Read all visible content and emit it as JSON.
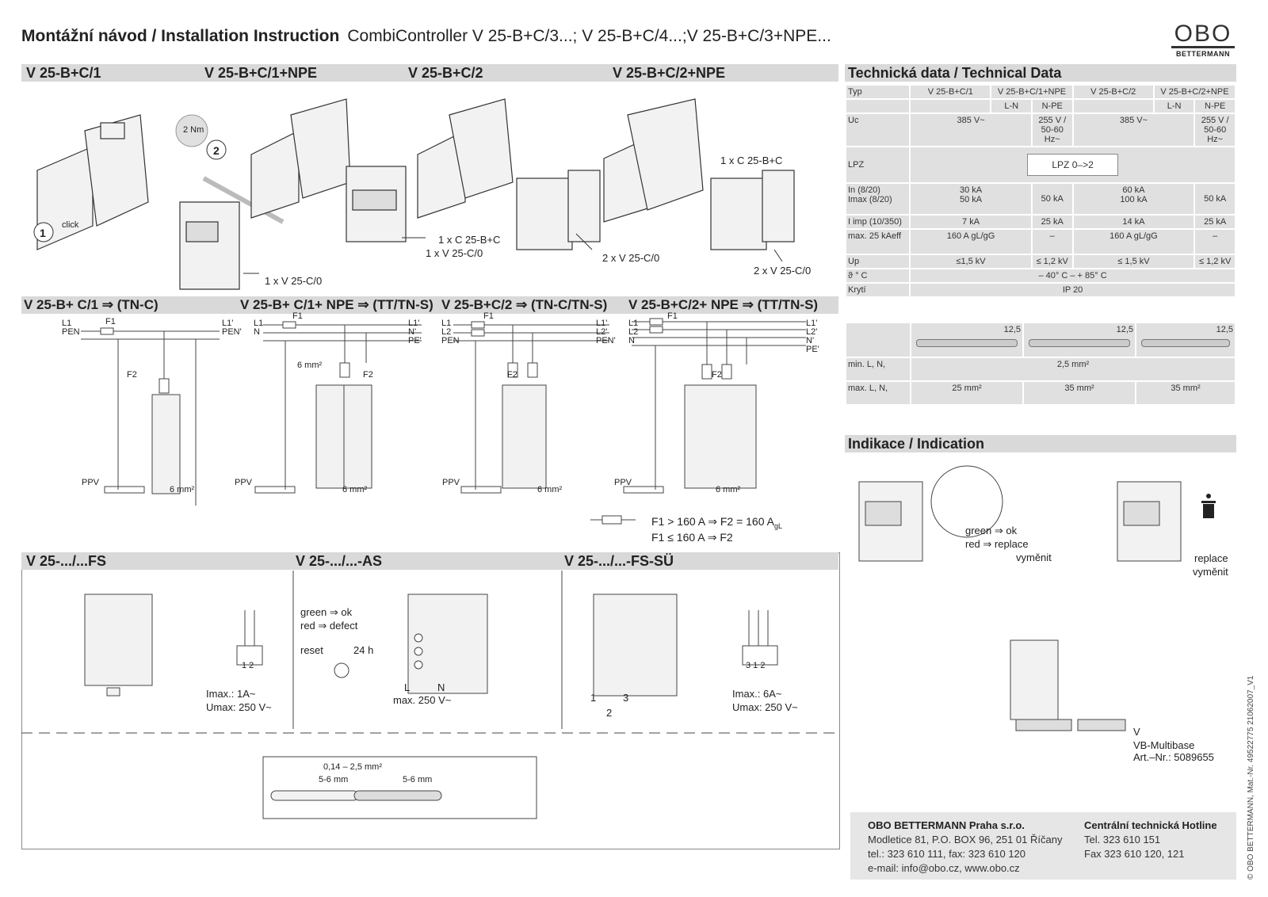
{
  "header": {
    "title": "Montážní návod / Installation Instruction",
    "subtitle": "CombiController V 25-B+C/3...; V 25-B+C/4...;V 25-B+C/3+NPE...",
    "logo_mark": "OBO",
    "logo_brand": "BETTERMANN"
  },
  "models": {
    "m1": "V 25-B+C/1",
    "m2": "V 25-B+C/1+NPE",
    "m3": "V 25-B+C/2",
    "m4": "V 25-B+C/2+NPE"
  },
  "install": {
    "torque": "2 Nm",
    "step1": "1",
    "step2": "2",
    "click": "click",
    "lbl_1xV25C0": "1 x V 25-C/0",
    "lbl_1xC_1xV": "1 x C 25-B+C",
    "lbl_1xV": "1 x V 25-C/0",
    "lbl_2xV_a": "2 x V 25-C/0",
    "lbl_1xC_b": "1 x C 25-B+C",
    "lbl_2xV_b": "2 x V 25-C/0"
  },
  "wiring": {
    "t1": "V 25-B+ C/1 ⇒ (TN-C)",
    "t2": "V 25-B+ C/1+ NPE ⇒ (TT/TN-S)",
    "t3": "V 25-B+C/2 ⇒ (TN-C/TN-S)",
    "t4": "V 25-B+C/2+ NPE ⇒ (TT/TN-S)",
    "L1": "L1",
    "PEN": "PEN",
    "L1p": "L1'",
    "PENp": "PEN'",
    "N": "N",
    "Np": "N'",
    "PEp": "PE'",
    "L2": "L2",
    "L2p": "L2'",
    "F1": "F1",
    "F2": "F2",
    "PPV": "PPV",
    "mm6": "6 mm²",
    "rule1": "F1 >  160 A ⇒  F2 = 160 A",
    "rule1_sub": "gL",
    "rule2": "F1 ≤  160 A ⇒  F2"
  },
  "signaling": {
    "fs": "V 25-.../...FS",
    "as": "V 25-.../...-AS",
    "fssu": "V 25-.../...-FS-SÜ",
    "fs_imax": "Imax.: 1A~",
    "fs_umax": "Umax: 250 V~",
    "t12": "1 2",
    "as_green": "green ⇒ ok",
    "as_red": "red      ⇒ defect",
    "as_reset": "reset",
    "as_24h": "24 h",
    "as_L": "L",
    "as_N": "N",
    "as_max": "max. 250 V~",
    "su_1": "1",
    "su_2": "2",
    "su_3": "3",
    "su_imax": "Imax.: 6A~",
    "su_umax": "Umax: 250 V~",
    "su_t312": "3 1 2",
    "wire_range": "0,14 – 2,5 mm²",
    "strip_a": "5-6  mm",
    "strip_b": "5-6 mm"
  },
  "tech": {
    "title": "Technická data / Technical Data",
    "typ": "Typ",
    "c1": "V 25-B+C/1",
    "c2": "V 25-B+C/1+NPE",
    "c3": "V 25-B+C/2",
    "c4": "V 25-B+C/2+NPE",
    "ln": "L-N",
    "npe": "N-PE",
    "uc": "Uc",
    "uc_385": "385 V~",
    "uc_255": "255 V / 50-60 Hz~",
    "lpz": "LPZ",
    "lpz_val": "LPZ 0–>2",
    "in_label": "In (8/20)",
    "imax_label": "Imax (8/20)",
    "in1": "30 kA",
    "imax1": "50 kA",
    "in_npe": "50 kA",
    "in3": "60 kA",
    "imax3": "100 kA",
    "imp_label": "I imp (10/350)",
    "imp1": "7 kA",
    "imp2": "25 kA",
    "imp3": "14 kA",
    "imp4": "25 kA",
    "fuse_label": "max. 25 kAeff",
    "fuse_val": "160 A gL/gG",
    "dash": "–",
    "up": "Up",
    "up1": "≤1,5 kV",
    "up2": "≤ 1,2 kV",
    "up3": "≤ 1,5 kV",
    "up4": "≤ 1,2 kV",
    "temp": "ϑ ° C",
    "temp_val": "– 40° C – + 85° C",
    "kryti": "Krytí",
    "ip": "IP 20",
    "strip": "12,5",
    "min": "min. L, N,",
    "min_val": "2,5 mm²",
    "max": "max. L, N,",
    "max1": "25 mm²",
    "max2": "35 mm²",
    "max3": "35 mm²"
  },
  "indication": {
    "title": "Indikace / Indication",
    "green": "green ⇒ ok",
    "red": "red     ⇒ replace",
    "vymenit1": "vyměnit",
    "replace": "replace",
    "vymenit2": "vyměnit",
    "v": "V",
    "multibase": "VB-Multibase",
    "artnr": "Art.–Nr.: 5089655"
  },
  "footer": {
    "company": "OBO BETTERMANN Praha s.r.o.",
    "addr": "Modletice 81, P.O. BOX 96, 251 01 Říčany",
    "tel": "tel.: 323 610 111, fax: 323 610 120",
    "email": "e-mail: info@obo.cz, www.obo.cz",
    "hotline": "Centrální technická Hotline",
    "htel": "Tel. 323 610 151",
    "hfax": "Fax 323 610 120, 121"
  },
  "side": {
    "vertical": "© OBO BETTERMANN,  Mat.-Nr. 49522775 21062007_V1"
  }
}
